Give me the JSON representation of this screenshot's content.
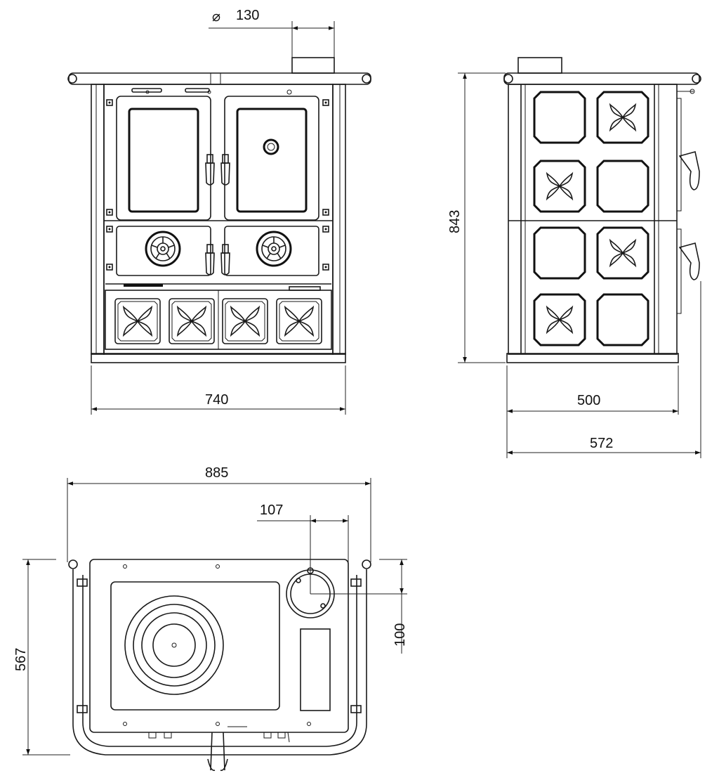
{
  "dimensions": {
    "flue_diameter_symbol": "⌀",
    "flue_diameter": "130",
    "front_width": "740",
    "height": "843",
    "side_depth_body": "500",
    "side_depth_total": "572",
    "top_width_total": "885",
    "flue_offset_x": "107",
    "flue_offset_y": "100",
    "top_depth": "567"
  },
  "colors": {
    "line": "#1a1a1a",
    "background": "#ffffff"
  }
}
